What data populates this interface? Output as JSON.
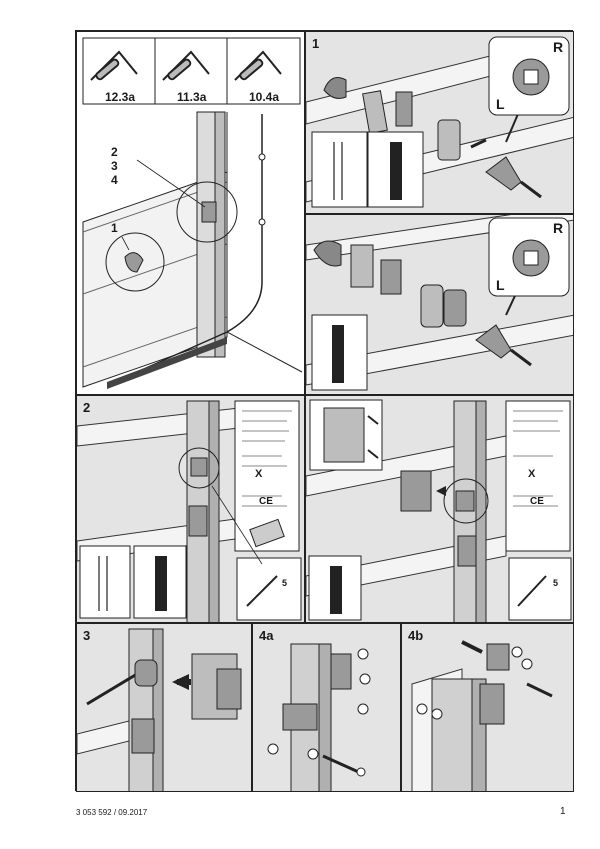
{
  "steps": {
    "s1": "1",
    "s2": "2",
    "s3": "3",
    "s4a": "4a",
    "s4b": "4b"
  },
  "spring_codes": [
    "12.3a",
    "11.3a",
    "10.4a"
  ],
  "callouts": {
    "rail_parts": [
      "2",
      "3",
      "4"
    ],
    "handle_part": "1"
  },
  "orientation": {
    "right": "R",
    "left": "L"
  },
  "label_marks": {
    "ce": "CE",
    "x": "X"
  },
  "torque_mark": "5",
  "footer": {
    "doc_id": "3 053 592 / 09.2017",
    "page_number": "1"
  },
  "colors": {
    "line": "#1f1f1f",
    "panel_fill": "#e4e4e4",
    "part_fill": "#9a9a9a",
    "profile_fill": "#222222"
  }
}
